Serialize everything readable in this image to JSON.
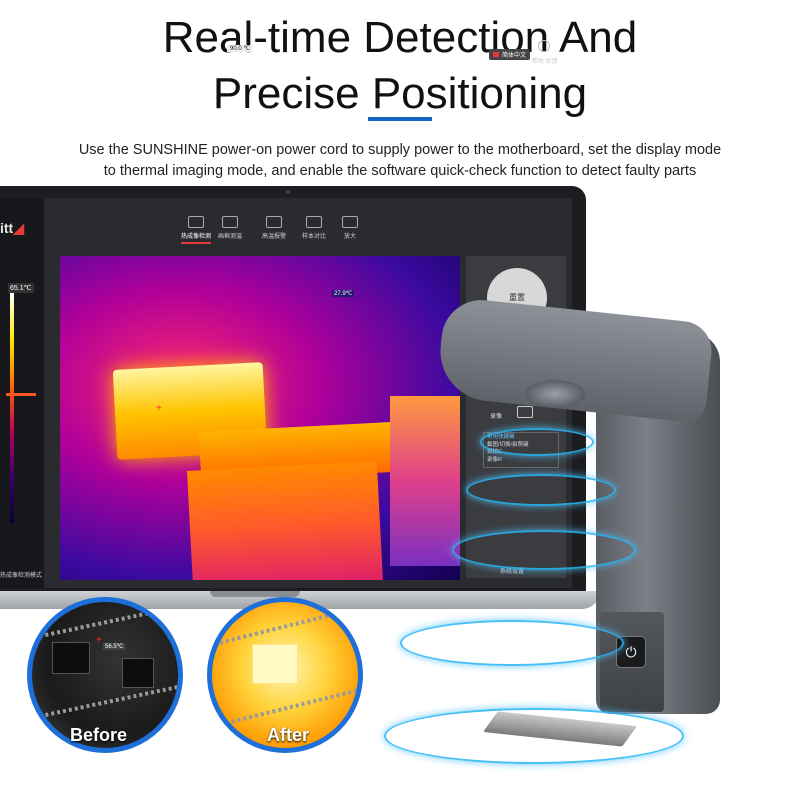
{
  "headline": {
    "line1": "Real-time Detection And",
    "line2": "Precise Positioning"
  },
  "subtitle": {
    "line1": "Use the SUNSHINE power-on power cord to supply power to the motherboard, set the display mode",
    "line2": "to thermal imaging mode, and enable the software quick-check function to detect faulty parts"
  },
  "software": {
    "logo": "itt",
    "left_temp": "65.1℃",
    "left_caption": "热成像检测模式",
    "toolbar": [
      {
        "label": "热成像检测",
        "icon": "crosshair-icon",
        "active": true
      },
      {
        "label": "画框测温",
        "icon": "frame-icon",
        "active": false
      },
      {
        "label": "高温报警",
        "icon": "alarm-icon",
        "active": false
      },
      {
        "label": "样本对比",
        "icon": "compare-icon",
        "active": false
      },
      {
        "label": "放大",
        "icon": "magnify-icon",
        "active": false
      }
    ],
    "alarm_value": "90.0 ℃",
    "language": "简体中文",
    "user_label": "帮助 反馈",
    "thermal_point": "27.9℃",
    "dpad_label": "重置",
    "record_label": "录像",
    "quick_list": [
      "常用快捷键",
      "截图/切换/拍照键",
      "抓拍C",
      "录像R"
    ],
    "settings_label": "系统设置",
    "accent_color": "#e53935"
  },
  "zoom": {
    "before_label": "Before",
    "after_label": "After",
    "before_temp": "56.5℃",
    "border_color": "#1e6fd9"
  },
  "device": {
    "power_icon": "power-icon",
    "power_glyph": "⏻",
    "ring_color": "#29b6f6"
  }
}
